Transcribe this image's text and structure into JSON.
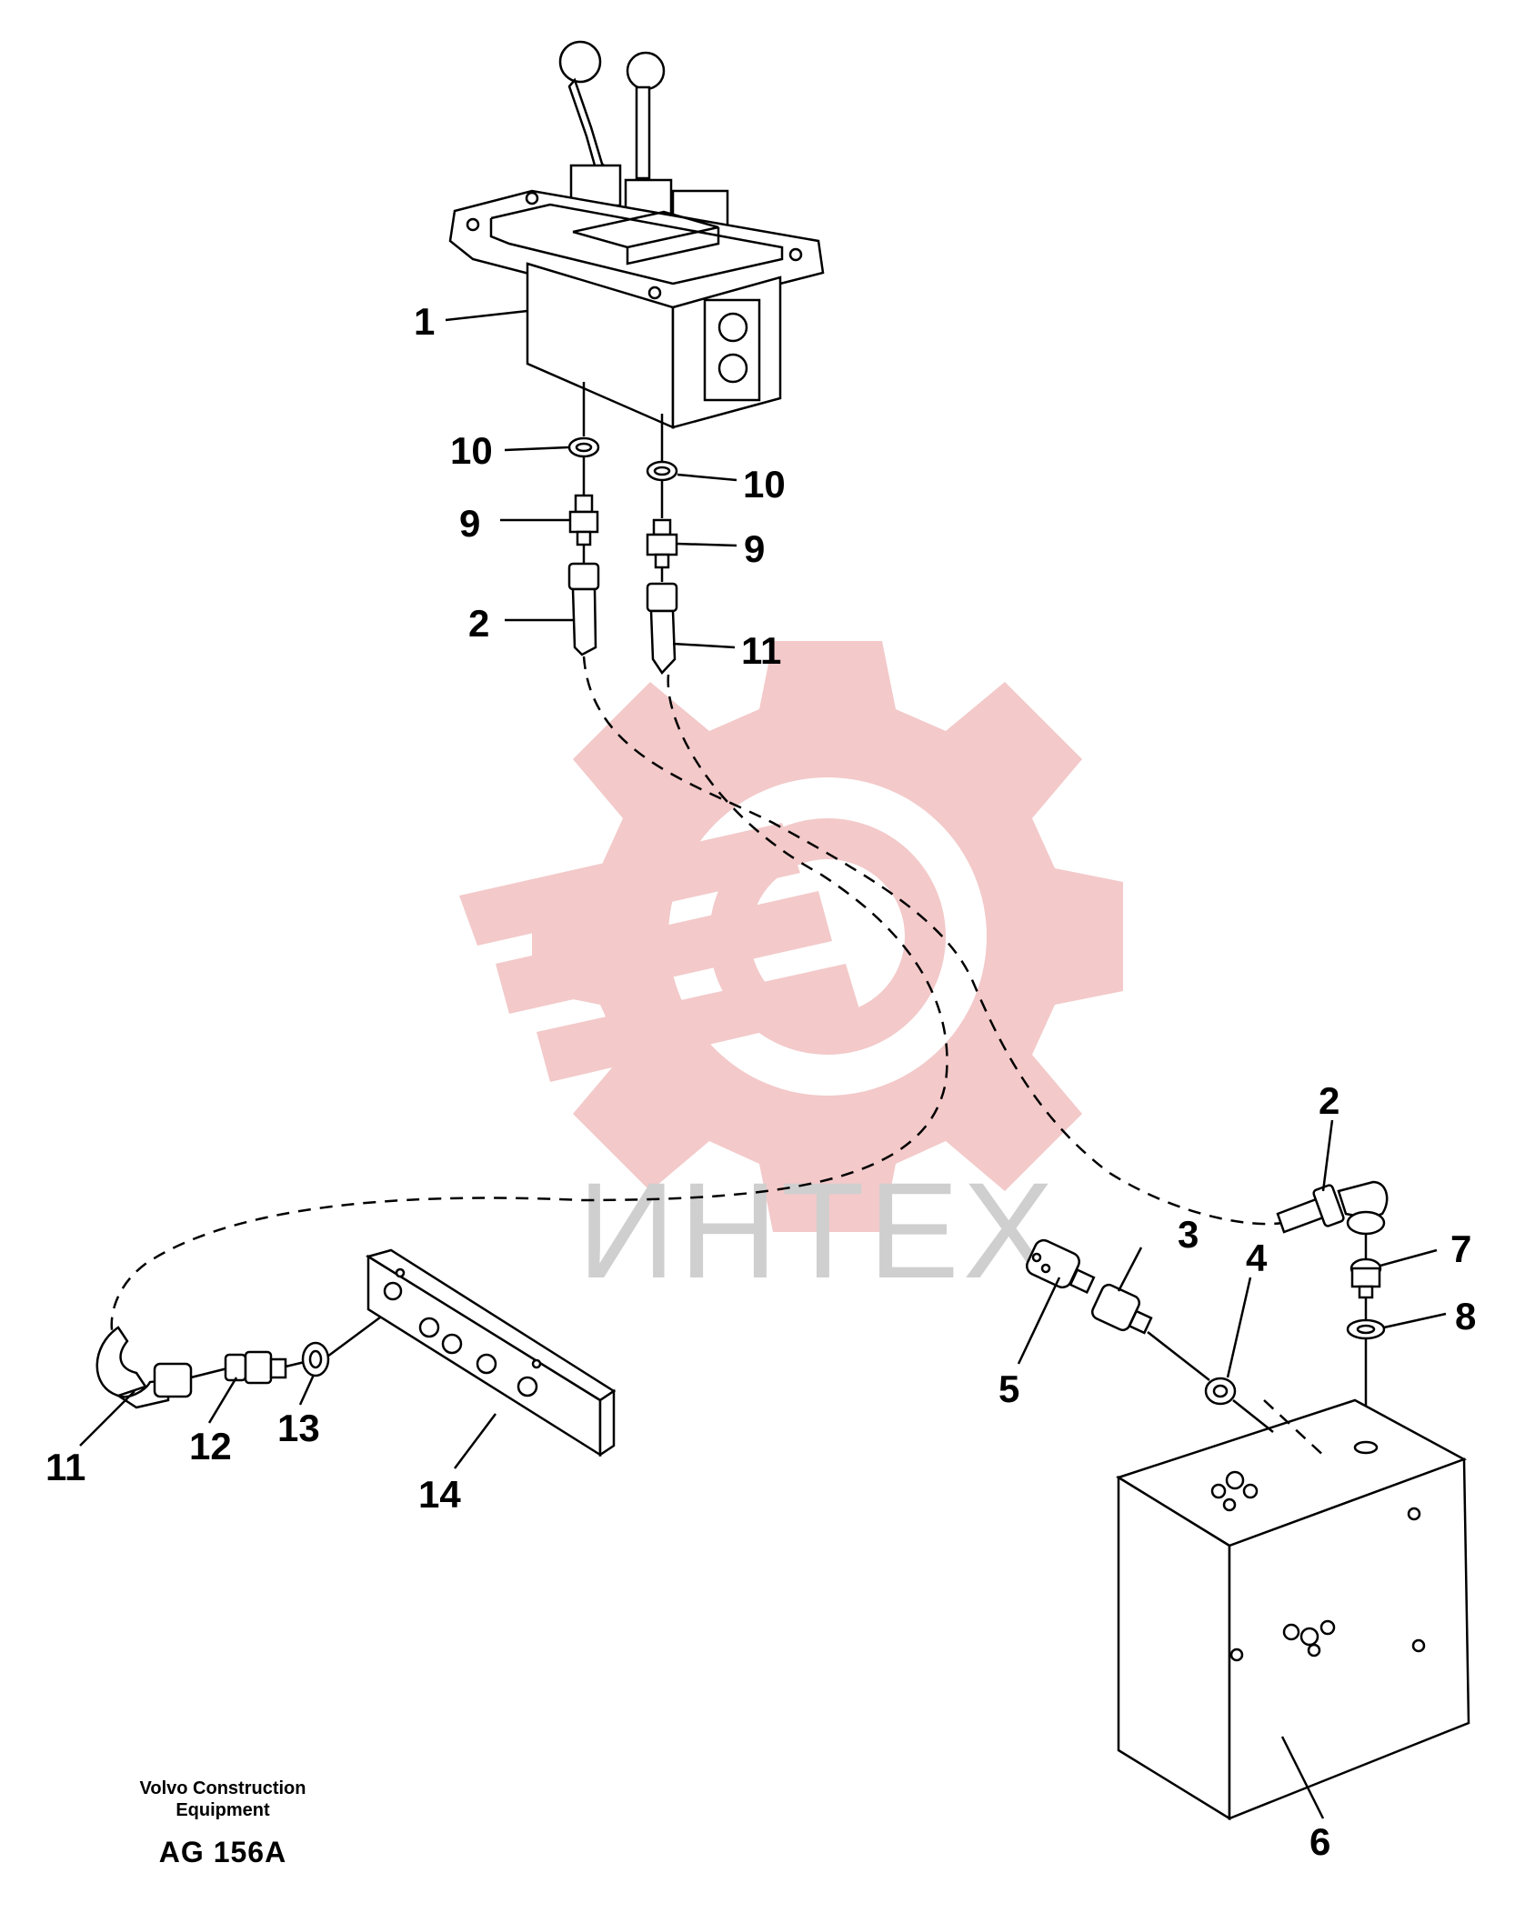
{
  "watermark": {
    "text": "ИНТЕХ",
    "color": "#f3c9c9"
  },
  "callouts": [
    {
      "id": "c1",
      "text": "1"
    },
    {
      "id": "c10a",
      "text": "10"
    },
    {
      "id": "c10b",
      "text": "10"
    },
    {
      "id": "c9a",
      "text": "9"
    },
    {
      "id": "c9b",
      "text": "9"
    },
    {
      "id": "c2a",
      "text": "2"
    },
    {
      "id": "c11a",
      "text": "11"
    },
    {
      "id": "c2b",
      "text": "2"
    },
    {
      "id": "c3",
      "text": "3"
    },
    {
      "id": "c7",
      "text": "7"
    },
    {
      "id": "c4",
      "text": "4"
    },
    {
      "id": "c8",
      "text": "8"
    },
    {
      "id": "c5",
      "text": "5"
    },
    {
      "id": "c11b",
      "text": "11"
    },
    {
      "id": "c12",
      "text": "12"
    },
    {
      "id": "c13",
      "text": "13"
    },
    {
      "id": "c14",
      "text": "14"
    },
    {
      "id": "c6",
      "text": "6"
    }
  ],
  "footer": {
    "company_line1": "Volvo Construction",
    "company_line2": "Equipment",
    "code": "AG 156A"
  }
}
